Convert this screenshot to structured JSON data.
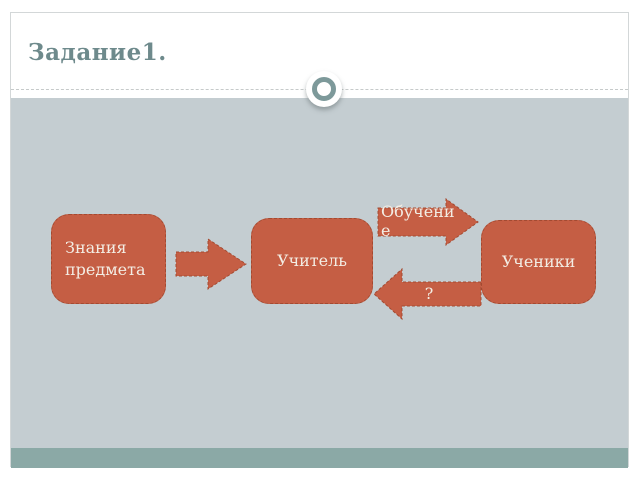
{
  "slide": {
    "title": "Задание1.",
    "diagram": {
      "nodes": [
        {
          "id": "knowledge",
          "label": "Знания предмета"
        },
        {
          "id": "teacher",
          "label": "Учитель"
        },
        {
          "id": "students",
          "label": "Ученики"
        }
      ],
      "arrows": [
        {
          "id": "knowledge-to-teacher",
          "direction": "right",
          "label": ""
        },
        {
          "id": "teacher-to-students",
          "direction": "right",
          "label": "Обучение"
        },
        {
          "id": "students-to-teacher",
          "direction": "left",
          "label": "?"
        }
      ]
    },
    "colors": {
      "shape_red": "#c55e44",
      "shape_border_red": "#a34a31",
      "shape_text": "#f3ede4",
      "title_teal": "#6e8a8c",
      "content_background": "#c4cdd1",
      "footer_teal": "#8ba9a6",
      "ornament_ring_teal": "#7d999a"
    }
  }
}
